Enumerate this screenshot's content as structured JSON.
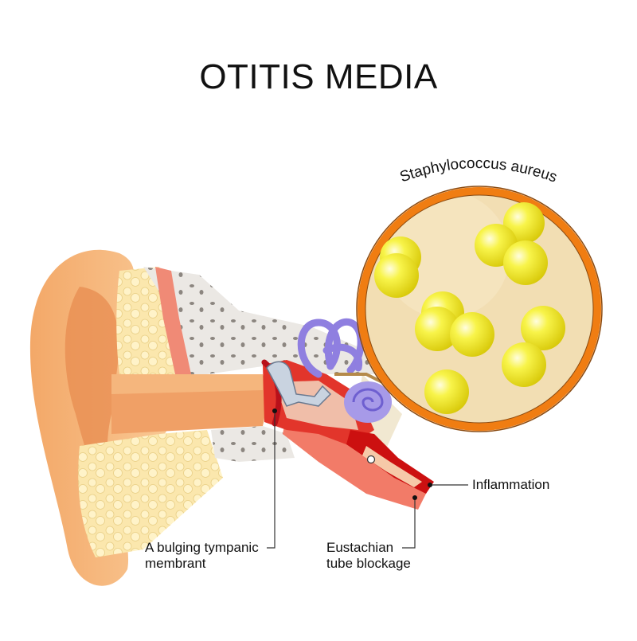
{
  "title": "OTITIS MEDIA",
  "magnifier": {
    "label": "Staphylococcus aureus"
  },
  "labels": {
    "inflammation": "Inflammation",
    "tympanic_line1": "A bulging tympanic",
    "tympanic_line2": "membrant",
    "eustachian_line1": "Eustachian",
    "eustachian_line2": "tube blockage"
  },
  "colors": {
    "skin": "#f6b57a",
    "skin_dark": "#e88a4a",
    "fat": "#fbe6a6",
    "bone": "#e9e6e2",
    "muscle": "#ef6a5a",
    "ossicles": "#c9d3e0",
    "cochlea": "#8f7fe0",
    "inflamed": "#d81d1d",
    "lens_fill": "#f2deb3",
    "lens_ring": "#f07d12",
    "bacteria": "#f4f02a"
  }
}
